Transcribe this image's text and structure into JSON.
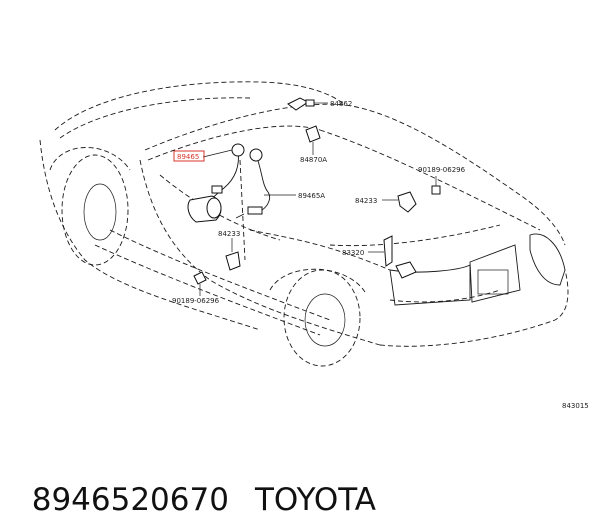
{
  "diagram": {
    "labels": {
      "p89465": "89465",
      "p84862": "84862",
      "p84870a": "84870A",
      "p90189_top": "90189-06296",
      "p84233_right": "84233",
      "p89465a": "89465A",
      "p84233_left": "84233",
      "p83320": "83320",
      "p90189_bottom": "90189-06296",
      "ref": "843015"
    },
    "highlight_color": "#d9362b"
  },
  "caption": {
    "part_number": "8946520670",
    "brand": "TOYOTA"
  }
}
